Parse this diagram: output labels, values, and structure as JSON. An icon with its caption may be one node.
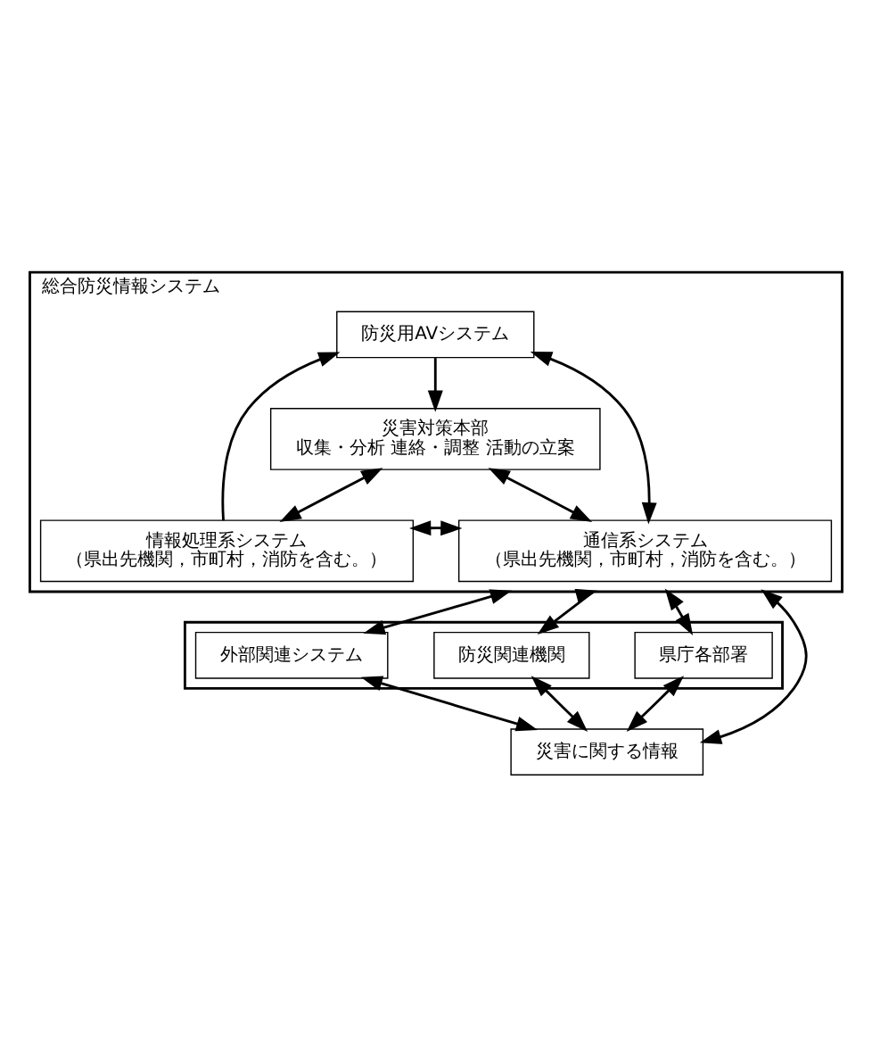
{
  "diagram": {
    "nodes": [
      {
        "text": [
          "総合防災情報システム"
        ]
      },
      {
        "text": [
          "防災用AVシステム"
        ],
        "in": 0
      },
      {
        "text": [
          "災害対策本部",
          "収集・分析 連絡・調整 活動の立案"
        ],
        "in": 0
      },
      {
        "text": [
          "情報処理系システム",
          "（県出先機関，市町村，消防を含む。）"
        ],
        "in": 0
      },
      {
        "text": [
          "通信系システム",
          "（県出先機関，市町村，消防を含む。）"
        ],
        "in": 0
      },
      {
        "text": [],
        "shape": "box"
      },
      {
        "text": [
          "外部関連システム"
        ],
        "in": 5
      },
      {
        "text": [
          "防災関連機関"
        ],
        "in": 5
      },
      {
        "text": [
          "県庁各部署"
        ],
        "in": 5
      },
      {
        "text": [
          "災害に関する情報"
        ]
      }
    ],
    "edges": [
      {
        "from": 3,
        "to": 1,
        "arrow": "to"
      },
      {
        "from": 1,
        "to": 2,
        "arrow": "to"
      },
      {
        "from": 2,
        "to": 3,
        "arrow": "both"
      },
      {
        "from": 2,
        "to": 4,
        "arrow": "both"
      },
      {
        "from": 3,
        "to": 4,
        "arrow": "both"
      },
      {
        "from": 1,
        "to": 4,
        "arrow": "both"
      },
      {
        "from": 0,
        "to": 6,
        "arrow": "both"
      },
      {
        "from": 0,
        "to": 7,
        "arrow": "both"
      },
      {
        "from": 0,
        "to": 8,
        "arrow": "both"
      },
      {
        "from": 6,
        "to": 9,
        "arrow": "both"
      },
      {
        "from": 7,
        "to": 9,
        "arrow": "both"
      },
      {
        "from": 8,
        "to": 9,
        "arrow": "both"
      },
      {
        "from": 0,
        "to": 9,
        "arrow": "both"
      }
    ]
  }
}
